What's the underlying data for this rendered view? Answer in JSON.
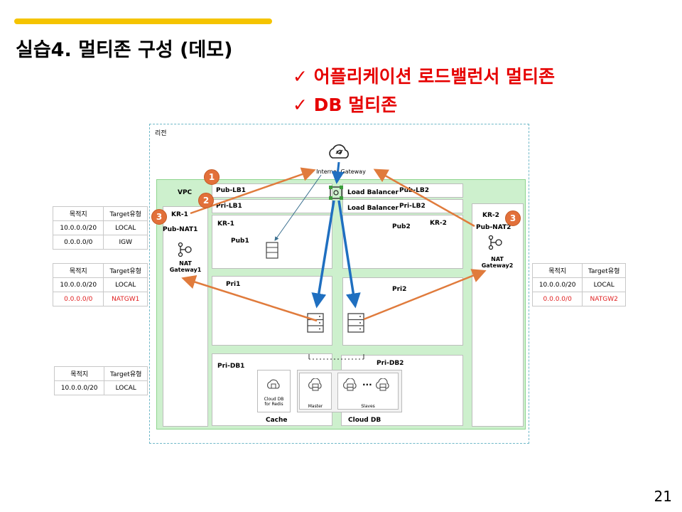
{
  "slide": {
    "title": "실습4. 멀티존 구성 (데모)",
    "checks": [
      "✓ 어플리케이션 로드밸런서 멀티존",
      "✓ DB 멀티존"
    ],
    "page_number": "21"
  },
  "diagram": {
    "region_label": "리전",
    "vpc_label": "VPC",
    "internet_gateway": "Internet Gateway",
    "subnets": {
      "pub_lb1": "Pub-LB1",
      "pri_lb1": "Pri-LB1",
      "pub_lb2": "Pub-LB2",
      "pri_lb2": "Pri-LB2",
      "kr1": "KR-1",
      "kr2": "KR-2",
      "pub_nat1": "Pub-NAT1",
      "pub_nat2": "Pub-NAT2",
      "pub1": "Pub1",
      "pub2": "Pub2",
      "pri1": "Pri1",
      "pri2": "Pri2",
      "pri_db1": "Pri-DB1",
      "pri_db2": "Pri-DB2"
    },
    "zone_labels": {
      "kr1_inner": "KR-1",
      "kr2_inner": "KR-2"
    },
    "load_balancer": "Load Balancer",
    "nat_gateway1": "NAT\nGateway1",
    "nat_gateway2": "NAT\nGateway2",
    "cache_label": "Cache",
    "cloud_db_label": "Cloud DB",
    "redis_label": "Cloud DB\nfor Redis",
    "master_label": "Master",
    "slaves_label": "Slaves",
    "badges": [
      "1",
      "2",
      "3",
      "3"
    ]
  },
  "route_tables": [
    {
      "headers": [
        "목적지",
        "Target유형"
      ],
      "rows": [
        [
          "10.0.0.0/20",
          "LOCAL",
          false
        ],
        [
          "0.0.0.0/0",
          "IGW",
          false
        ]
      ]
    },
    {
      "headers": [
        "목적지",
        "Target유형"
      ],
      "rows": [
        [
          "10.0.0.0/20",
          "LOCAL",
          false
        ],
        [
          "0.0.0.0/0",
          "NATGW1",
          true
        ]
      ]
    },
    {
      "headers": [
        "목적지",
        "Target유형"
      ],
      "rows": [
        [
          "10.0.0.0/20",
          "LOCAL",
          false
        ],
        [
          "0.0.0.0/0",
          "NATGW2",
          true
        ]
      ]
    },
    {
      "headers": [
        "목적지",
        "Target유형"
      ],
      "rows": [
        [
          "10.0.0.0/20",
          "LOCAL",
          false
        ]
      ]
    }
  ],
  "colors": {
    "accent": "#f5c400",
    "highlight_red": "#e60000",
    "arrow_orange": "#e07b3c",
    "arrow_blue": "#1f6fc0",
    "vpc_green": "#cdf0cd"
  }
}
